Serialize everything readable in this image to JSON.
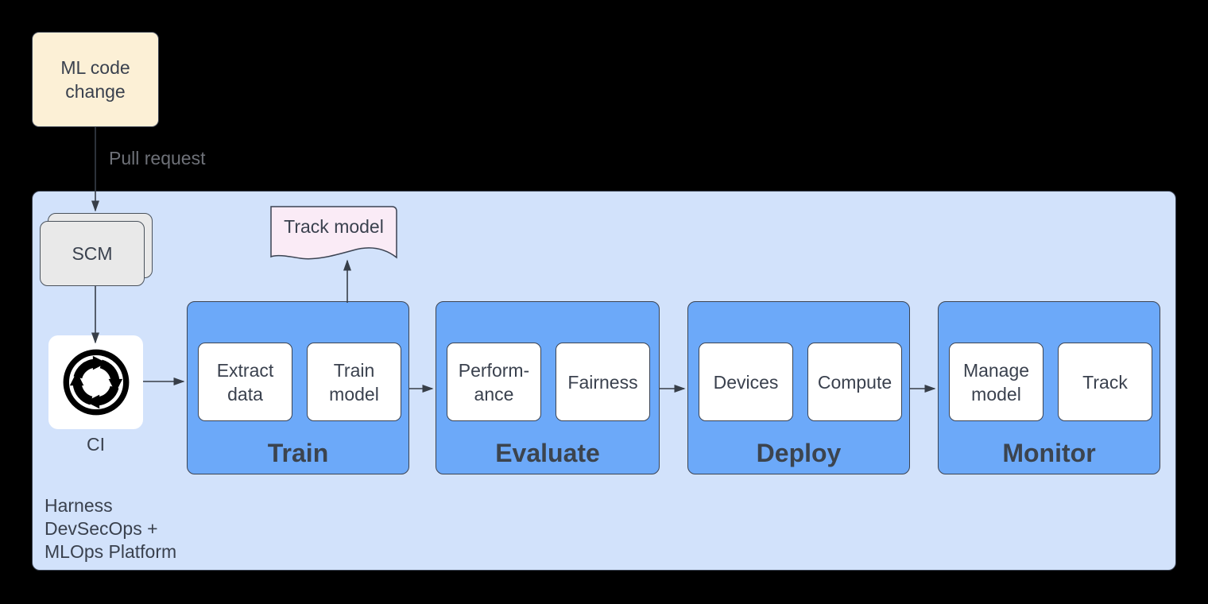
{
  "diagram": {
    "ml_code_change": {
      "label": "ML code\nchange"
    },
    "pull_request_label": "Pull request",
    "platform": {
      "caption": "Harness\nDevSecOps +\nMLOps Platform",
      "scm_label": "SCM",
      "ci_label": "CI",
      "track_model_label": "Track model",
      "stages": [
        {
          "label": "Train",
          "items": [
            "Extract\ndata",
            "Train\nmodel"
          ]
        },
        {
          "label": "Evaluate",
          "items": [
            "Perform-\nance",
            "Fairness"
          ]
        },
        {
          "label": "Deploy",
          "items": [
            "Devices",
            "Compute"
          ]
        },
        {
          "label": "Monitor",
          "items": [
            "Manage\nmodel",
            "Track"
          ]
        }
      ]
    },
    "edges": [
      {
        "from": "ML code change",
        "to": "SCM",
        "label": "Pull request"
      },
      {
        "from": "SCM",
        "to": "CI"
      },
      {
        "from": "CI",
        "to": "Train"
      },
      {
        "from": "Train",
        "to": "Track model"
      },
      {
        "from": "Train",
        "to": "Evaluate"
      },
      {
        "from": "Evaluate",
        "to": "Deploy"
      },
      {
        "from": "Deploy",
        "to": "Monitor"
      }
    ],
    "colors": {
      "background": "#000000",
      "platform_fill": "#D2E2FB",
      "stage_fill": "#6CA9F9",
      "task_fill": "#FFFFFF",
      "ml_code_fill": "#FCF0D6",
      "scm_fill": "#E9E9E9",
      "track_model_fill": "#FAEBF6",
      "border": "#3B4352",
      "arrow": "#373E48",
      "text": "#3A414E",
      "muted_text": "#6E7178"
    }
  }
}
